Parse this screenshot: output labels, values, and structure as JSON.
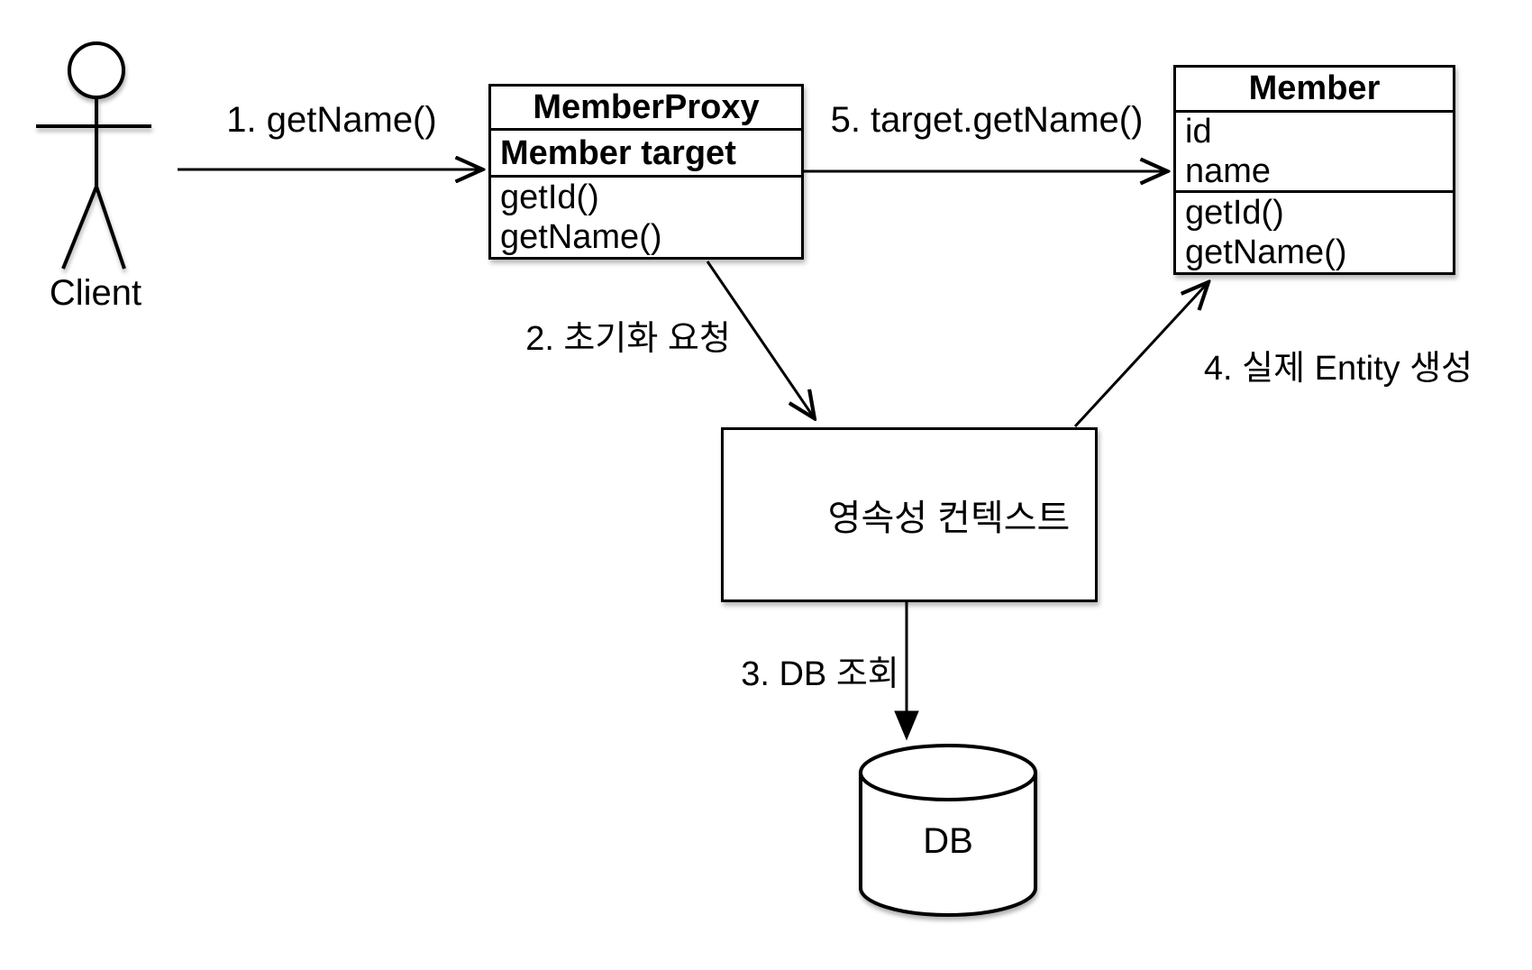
{
  "colors": {
    "stroke": "#000000",
    "fill": "#ffffff",
    "background": "#ffffff"
  },
  "actor": {
    "label": "Client"
  },
  "classes": {
    "member_proxy": {
      "title": "MemberProxy",
      "fields": [
        "Member target"
      ],
      "methods": [
        "getId()",
        "getName()"
      ]
    },
    "member": {
      "title": "Member",
      "fields": [
        "id",
        "name"
      ],
      "methods": [
        "getId()",
        "getName()"
      ]
    }
  },
  "nodes": {
    "persistence_context": {
      "label": "영속성 컨텍스트"
    },
    "database": {
      "label": "DB"
    }
  },
  "arrows": {
    "step1": {
      "label": "1. getName()",
      "from": "Client",
      "to": "MemberProxy",
      "head": "open"
    },
    "step2": {
      "label": "2. 초기화 요청",
      "from": "MemberProxy",
      "to": "persistence_context",
      "head": "open"
    },
    "step3": {
      "label": "3. DB 조회",
      "from": "persistence_context",
      "to": "DB",
      "head": "filled"
    },
    "step4": {
      "label": "4. 실제 Entity 생성",
      "from": "persistence_context",
      "to": "Member",
      "head": "open"
    },
    "step5": {
      "label": "5. target.getName()",
      "from": "MemberProxy",
      "to": "Member",
      "head": "open"
    }
  }
}
